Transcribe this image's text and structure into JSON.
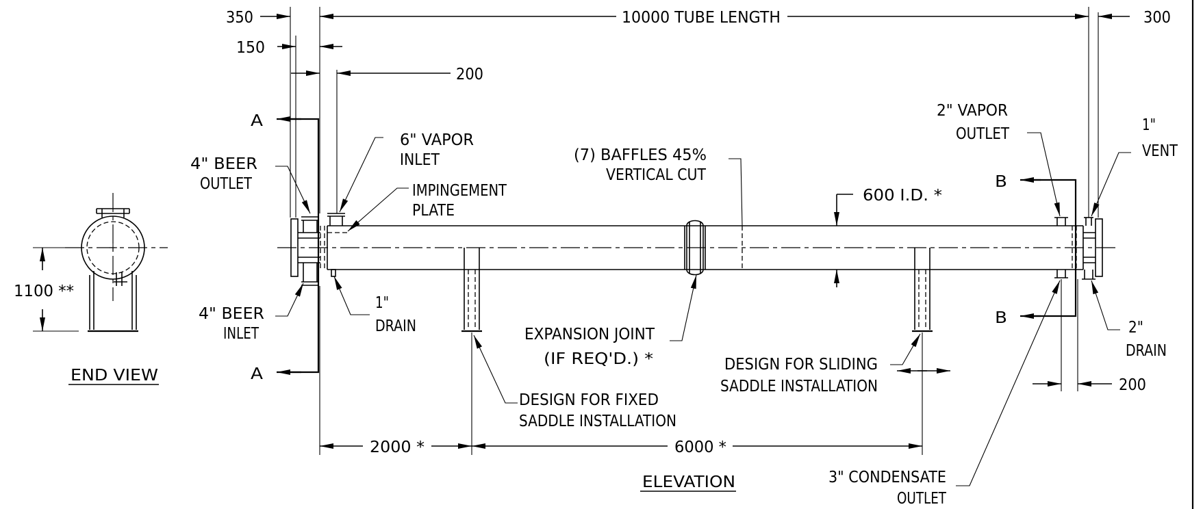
{
  "views": {
    "end_view_title": "END VIEW",
    "elevation_title": "ELEVATION"
  },
  "dimensions": {
    "d350": "350",
    "d150": "150",
    "d200_top": "200",
    "tube_length": "10000 TUBE LENGTH",
    "d300": "300",
    "d1100": "1100 **",
    "d2000": "2000 *",
    "d6000": "6000 *",
    "d200_bottom": "200",
    "shell_id": "600 I.D. *"
  },
  "sections": {
    "a_top": "A",
    "a_bottom": "A",
    "b_top": "B",
    "b_bottom": "B"
  },
  "labels": {
    "beer_outlet": [
      "4\" BEER",
      "OUTLET"
    ],
    "beer_inlet": [
      "4\" BEER",
      "INLET"
    ],
    "vapor_inlet": [
      "6\" VAPOR",
      "INLET"
    ],
    "impingement": [
      "IMPINGEMENT",
      "PLATE"
    ],
    "drain_1": [
      "1\"",
      "DRAIN"
    ],
    "baffles": [
      "(7) BAFFLES 45%",
      "VERTICAL CUT"
    ],
    "expansion_joint": [
      "EXPANSION JOINT",
      "(IF REQ'D.) *"
    ],
    "fixed_saddle": [
      "DESIGN FOR FIXED",
      "SADDLE INSTALLATION"
    ],
    "sliding_saddle": [
      "DESIGN FOR SLIDING",
      "SADDLE INSTALLATION"
    ],
    "vapor_outlet": [
      "2\" VAPOR",
      "OUTLET"
    ],
    "vent": [
      "1\"",
      "VENT"
    ],
    "drain_2": [
      "2\"",
      "DRAIN"
    ],
    "condensate": [
      "3\" CONDENSATE",
      "OUTLET"
    ]
  }
}
